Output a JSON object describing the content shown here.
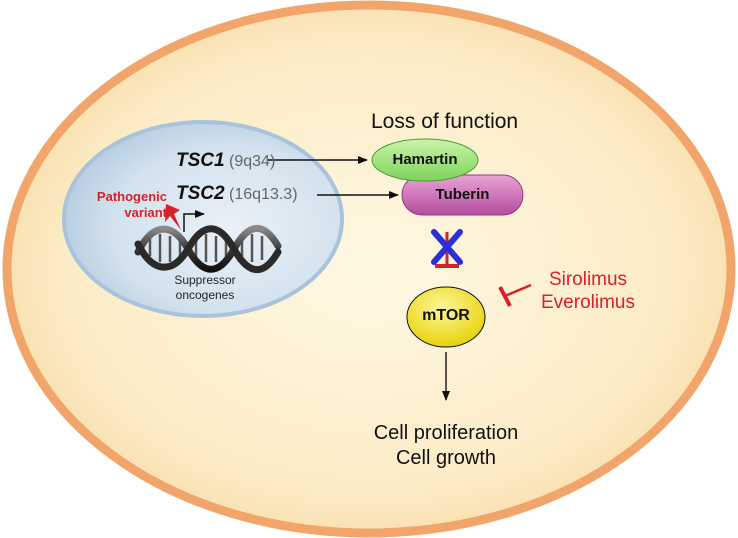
{
  "title": "Loss of function",
  "nucleus": {
    "genes": [
      {
        "symbol": "TSC1",
        "locus": "(9q34)"
      },
      {
        "symbol": "TSC2",
        "locus": "(16q13.3)"
      }
    ],
    "variant_label": [
      "Pathogenic",
      "variant"
    ],
    "dna_label": [
      "Suppressor",
      "oncogenes"
    ]
  },
  "proteins": {
    "hamartin": "Hamartin",
    "tuberin": "Tuberin"
  },
  "mtor": "mTOR",
  "drugs": [
    "Sirolimus",
    "Everolimus"
  ],
  "outcome": [
    "Cell proliferation",
    "Cell growth"
  ],
  "colors": {
    "cell_fill": "#fbe7bd",
    "cell_border": "#f2a56b",
    "nucleus_fill": "#cfe0ee",
    "hamartin": "#9ee27d",
    "tuberin": "#cf6fb7",
    "mtor": "#f5e61a",
    "inhibit_red": "#d8202a",
    "block_blue": "#2a2fd6"
  }
}
